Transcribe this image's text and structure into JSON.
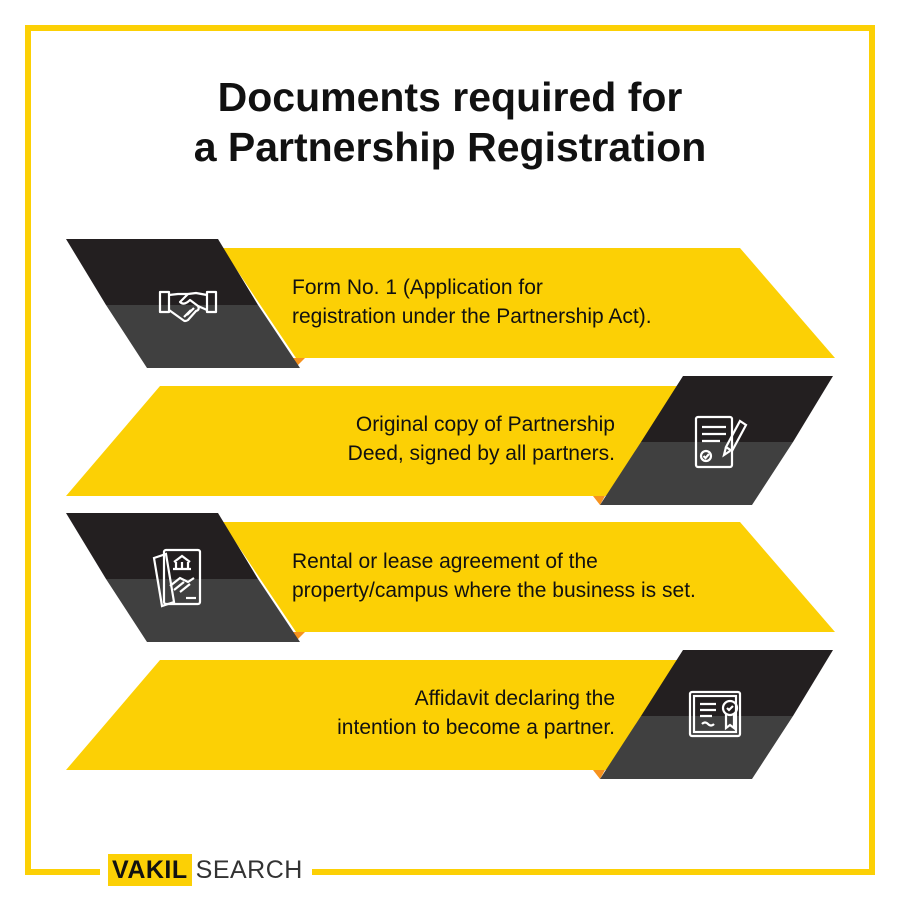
{
  "title_line1": "Documents required for",
  "title_line2": "a Partnership Registration",
  "items": [
    {
      "line1": "Form No. 1 (Application for",
      "line2": "registration under the Partnership Act).",
      "icon": "handshake-icon"
    },
    {
      "line1": "Original copy of Partnership",
      "line2": "Deed, signed by all partners.",
      "icon": "signed-document-icon"
    },
    {
      "line1": "Rental or lease agreement of the",
      "line2": "property/campus where the business is set.",
      "icon": "lease-agreement-icon"
    },
    {
      "line1": "Affidavit declaring the",
      "line2": "intention to become a partner.",
      "icon": "certificate-icon"
    }
  ],
  "logo": {
    "part1": "VAKIL",
    "part2": "SEARCH"
  },
  "colors": {
    "yellow": "#fcd005",
    "dark_top": "#231f20",
    "dark_bottom": "#404040",
    "orange": "#f7931e"
  }
}
